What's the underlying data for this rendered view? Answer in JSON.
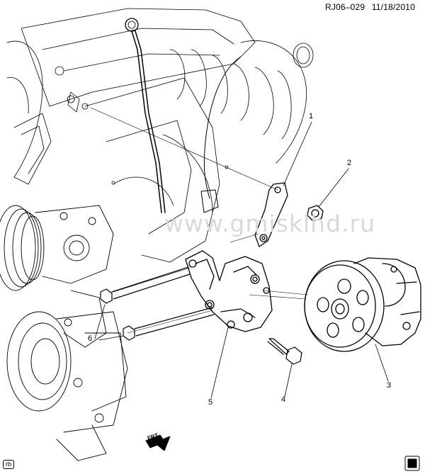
{
  "header": {
    "drawing_id": "RJ06–029",
    "date": "11/18/2010"
  },
  "watermark": "www.gmisklhd.ru",
  "front_arrow_label": "FRT",
  "corner_tag": "rb",
  "callouts": [
    {
      "id": "1",
      "text": "1"
    },
    {
      "id": "2",
      "text": "2"
    },
    {
      "id": "3",
      "text": "3"
    },
    {
      "id": "4",
      "text": "4"
    },
    {
      "id": "5",
      "text": "5"
    },
    {
      "id": "6",
      "text": "6"
    }
  ]
}
